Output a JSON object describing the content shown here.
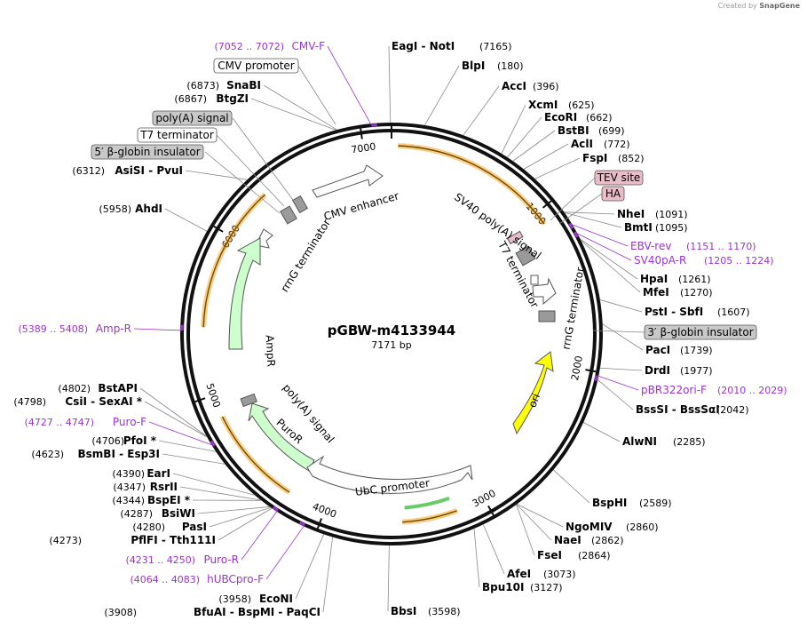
{
  "brand": {
    "created_by": "Created by",
    "product": "SnapGene"
  },
  "plasmid": {
    "name": "pGBW-m4133944",
    "length_label": "7171 bp",
    "total_bp": 7171
  },
  "colors": {
    "primer": "#9933cc",
    "orf_orange": "#f7a41e",
    "amp_green": "#ccffcc",
    "puro_green": "#ccffcc",
    "ori_yellow": "#ffff00",
    "feature_gray": "#9a9a9a",
    "tag_pink": "#e8bcc8",
    "label_box_gray": "#c8c8c8"
  },
  "ticks": [
    {
      "bp": 1000,
      "label": "1000"
    },
    {
      "bp": 2000,
      "label": "2000"
    },
    {
      "bp": 3000,
      "label": "3000"
    },
    {
      "bp": 4000,
      "label": "4000"
    },
    {
      "bp": 5000,
      "label": "5000"
    },
    {
      "bp": 6000,
      "label": "6000"
    },
    {
      "bp": 7000,
      "label": "7000"
    }
  ],
  "enzymes_right": [
    {
      "name": "EagI - NotI",
      "pos": "(7165)",
      "bp": 7165
    },
    {
      "name": "BlpI",
      "pos": "(180)",
      "bp": 180
    },
    {
      "name": "AccI",
      "pos": "(396)",
      "bp": 396
    },
    {
      "name": "XcmI",
      "pos": "(625)",
      "bp": 625
    },
    {
      "name": "EcoRI",
      "pos": "(662)",
      "bp": 662
    },
    {
      "name": "BstBI",
      "pos": "(699)",
      "bp": 699
    },
    {
      "name": "AclI",
      "pos": "(772)",
      "bp": 772
    },
    {
      "name": "FspI",
      "pos": "(852)",
      "bp": 852
    },
    {
      "name": "NheI",
      "pos": "(1091)",
      "bp": 1091
    },
    {
      "name": "BmtI",
      "pos": "(1095)",
      "bp": 1095
    },
    {
      "name": "HpaI",
      "pos": "(1261)",
      "bp": 1261
    },
    {
      "name": "MfeI",
      "pos": "(1270)",
      "bp": 1270
    },
    {
      "name": "PstI - SbfI",
      "pos": "(1607)",
      "bp": 1607
    },
    {
      "name": "PacI",
      "pos": "(1739)",
      "bp": 1739
    },
    {
      "name": "DrdI",
      "pos": "(1977)",
      "bp": 1977
    },
    {
      "name": "BssSI - BssSαI",
      "pos": "(2042)",
      "bp": 2042
    },
    {
      "name": "AlwNI",
      "pos": "(2285)",
      "bp": 2285
    },
    {
      "name": "BspHI",
      "pos": "(2589)",
      "bp": 2589
    },
    {
      "name": "NgoMIV",
      "pos": "(2860)",
      "bp": 2860
    },
    {
      "name": "NaeI",
      "pos": "(2862)",
      "bp": 2862
    },
    {
      "name": "FseI",
      "pos": "(2864)",
      "bp": 2864
    },
    {
      "name": "AfeI",
      "pos": "(3073)",
      "bp": 3073
    },
    {
      "name": "Bpu10I",
      "pos": "(3127)",
      "bp": 3127
    },
    {
      "name": "BbsI",
      "pos": "(3598)",
      "bp": 3598
    }
  ],
  "enzymes_left": [
    {
      "name": "SnaBI",
      "pos": "(6873)",
      "bp": 6873
    },
    {
      "name": "BtgZI",
      "pos": "(6867)",
      "bp": 6867
    },
    {
      "name": "AsiSI - PvuI",
      "pos": "(6312)",
      "bp": 6312
    },
    {
      "name": "AhdI",
      "pos": "(5958)",
      "bp": 5958
    },
    {
      "name": "BstAPI",
      "pos": "(4802)",
      "bp": 4802
    },
    {
      "name": "CsiI - SexAI *",
      "pos": "(4798)",
      "bp": 4798
    },
    {
      "name": "PfoI *",
      "pos": "(4706)",
      "bp": 4706
    },
    {
      "name": "BsmBI - Esp3I",
      "pos": "(4623)",
      "bp": 4623
    },
    {
      "name": "EarI",
      "pos": "(4390)",
      "bp": 4390
    },
    {
      "name": "RsrII",
      "pos": "(4347)",
      "bp": 4347
    },
    {
      "name": "BspEI *",
      "pos": "(4344)",
      "bp": 4344
    },
    {
      "name": "BsiWI",
      "pos": "(4287)",
      "bp": 4287
    },
    {
      "name": "PasI",
      "pos": "(4280)",
      "bp": 4280
    },
    {
      "name": "PflFI - Tth111I",
      "pos": "(4273)",
      "bp": 4273
    },
    {
      "name": "EcoNI",
      "pos": "(3958)",
      "bp": 3958
    },
    {
      "name": "BfuAI - BspMI - PaqCI",
      "pos": "(3908)",
      "bp": 3908
    }
  ],
  "primers": [
    {
      "name": "CMV-F",
      "range": "(7052 .. 7072)",
      "bp": 7062
    },
    {
      "name": "EBV-rev",
      "range": "(1151 .. 1170)",
      "bp": 1160
    },
    {
      "name": "SV40pA-R",
      "range": "(1205 .. 1224)",
      "bp": 1214
    },
    {
      "name": "pBR322ori-F",
      "range": "(2010 .. 2029)",
      "bp": 2020
    },
    {
      "name": "Amp-R",
      "range": "(5389 .. 5408)",
      "bp": 5398
    },
    {
      "name": "Puro-F",
      "range": "(4727 .. 4747)",
      "bp": 4737
    },
    {
      "name": "Puro-R",
      "range": "(4231 .. 4250)",
      "bp": 4240
    },
    {
      "name": "hUBCpro-F",
      "range": "(4064 .. 4083)",
      "bp": 4073
    }
  ],
  "boxed_labels": [
    {
      "name": "CMV promoter",
      "style": "white"
    },
    {
      "name": "poly(A) signal",
      "style": "gray"
    },
    {
      "name": "T7 terminator",
      "style": "white"
    },
    {
      "name": "5′ β-globin insulator",
      "style": "gray"
    },
    {
      "name": "TEV site",
      "style": "pink"
    },
    {
      "name": "HA",
      "style": "pink"
    },
    {
      "name": "3′ β-globin insulator",
      "style": "gray"
    }
  ],
  "features": [
    {
      "name": "CMV enhancer",
      "start": 6780,
      "end": 7060,
      "color": "#ffffff"
    },
    {
      "name": "SV40 poly(A) signal",
      "start": 1130,
      "end": 1260,
      "color": "#ffffff"
    },
    {
      "name": "T7 terminator",
      "start": 1410,
      "end": 1470,
      "color": "#ffffff"
    },
    {
      "name": "rrnG terminator",
      "start": 1560,
      "end": 1610,
      "color": "#ffffff"
    },
    {
      "name": "ori",
      "start": 2010,
      "end": 2600,
      "color": "#ffff00"
    },
    {
      "name": "UbC promoter",
      "start": 2980,
      "end": 4060,
      "color": "#ffffff"
    },
    {
      "name": "PuroR",
      "start": 4240,
      "end": 4840,
      "color": "#ccffcc"
    },
    {
      "name": "poly(A) signal",
      "start": 4940,
      "end": 4990,
      "color": "#9a9a9a"
    },
    {
      "name": "AmpR",
      "start": 5450,
      "end": 6300,
      "color": "#ccffcc"
    },
    {
      "name": "rrnG terminator",
      "start": 6400,
      "end": 6470,
      "color": "#ffffff"
    }
  ],
  "orf_arcs": [
    {
      "start": 40,
      "end": 1080
    },
    {
      "start": 3180,
      "end": 3520
    },
    {
      "start": 4240,
      "end": 4860
    },
    {
      "start": 5420,
      "end": 6330
    }
  ]
}
